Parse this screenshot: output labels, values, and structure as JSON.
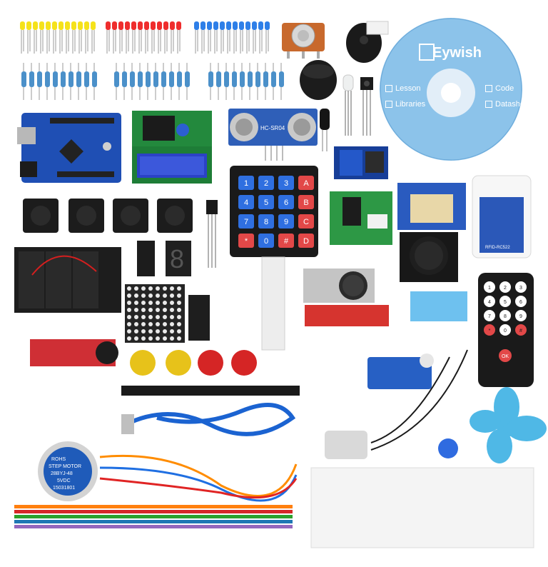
{
  "cd": {
    "brand": "Eywish",
    "options": [
      "Lesson",
      "Code",
      "Libraries",
      "Datasheet"
    ]
  },
  "keypad": {
    "keys": [
      "1",
      "2",
      "3",
      "A",
      "4",
      "5",
      "6",
      "B",
      "7",
      "8",
      "9",
      "C",
      "*",
      "0",
      "#",
      "D"
    ]
  },
  "remote": {
    "keys": [
      "1",
      "2",
      "3",
      "4",
      "5",
      "6",
      "7",
      "8",
      "9",
      "*",
      "0",
      "#"
    ],
    "ok": "OK"
  },
  "ultrasonic": {
    "label": "HC-SR04"
  },
  "stepper": {
    "lines": [
      "ROHS",
      "STEP MOTOR",
      "28BYJ-48",
      "5VDC",
      "15031801"
    ]
  },
  "rfid": {
    "label": "RFID-RC522"
  },
  "colors": {
    "pcb_blue": "#1f4fb4",
    "pcb_red": "#d8323a",
    "pcb_green": "#1f8c3c",
    "cd_blue": "#8cc3ea",
    "fan_blue": "#4fb8e6",
    "jumper_blue": "#1b63d1"
  }
}
